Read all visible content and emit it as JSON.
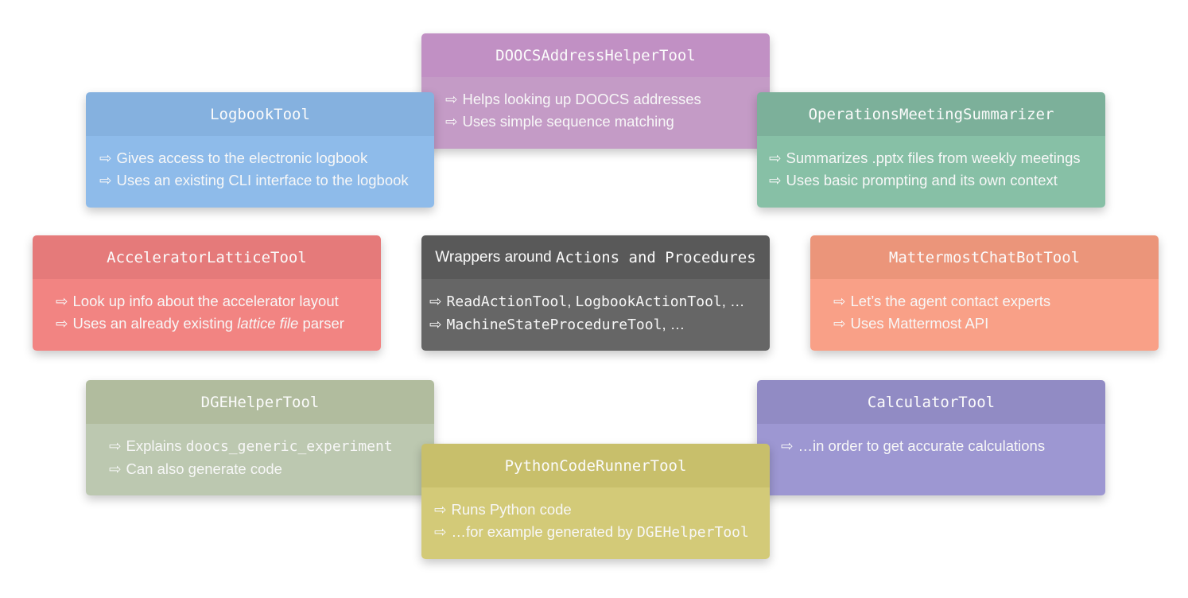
{
  "arrow": "⇨",
  "cards": {
    "doocs": {
      "title": "DOOCSAddressHelperTool",
      "lines": [
        "Helps looking up DOOCS addresses",
        "Uses simple sequence matching"
      ]
    },
    "logbook": {
      "title": "LogbookTool",
      "lines": [
        "Gives access to the electronic logbook",
        "Uses an existing CLI interface to the logbook"
      ]
    },
    "ops": {
      "title": "OperationsMeetingSummarizer",
      "lines": [
        "Summarizes .pptx files from weekly meetings",
        "Uses basic prompting and its own context"
      ]
    },
    "lattice": {
      "title": "AcceleratorLatticeTool",
      "lines": [
        "Look up info about the accelerator layout"
      ],
      "line2_prefix": "Uses an already existing ",
      "line2_emph": "lattice file",
      "line2_suffix": " parser"
    },
    "wrappers": {
      "title_prefix": "Wrappers around ",
      "title_code": "Actions and Procedures",
      "line1_code_a": "ReadActionTool",
      "line1_sep": ", ",
      "line1_code_b": "LogbookActionTool",
      "line1_tail": ", …",
      "line2_code": "MachineStateProcedureTool",
      "line2_tail": ", …"
    },
    "chat": {
      "title": "MattermostChatBotTool",
      "lines": [
        "Let’s the agent contact experts",
        "Uses Mattermost API"
      ]
    },
    "dge": {
      "title": "DGEHelperTool",
      "line1_prefix": "Explains ",
      "line1_code": "doocs_generic_experiment",
      "lines": [
        "Can also generate code"
      ]
    },
    "calc": {
      "title": "CalculatorTool",
      "lines": [
        "…in order to get accurate calculations"
      ]
    },
    "python": {
      "title": "PythonCodeRunnerTool",
      "lines": [
        "Runs Python code"
      ],
      "line2_prefix": "…for example generated by ",
      "line2_code": "DGEHelperTool"
    }
  }
}
